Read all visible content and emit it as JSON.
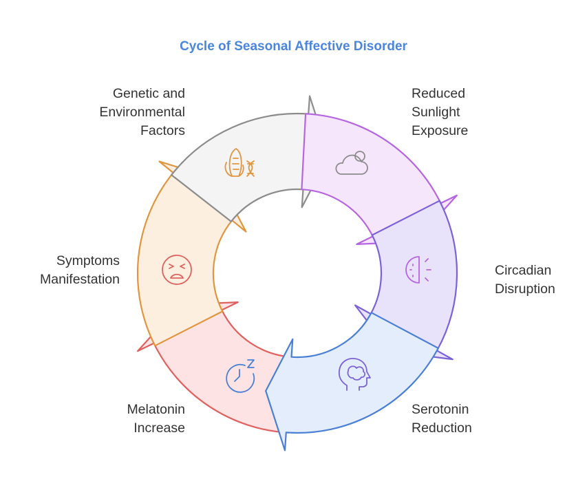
{
  "title": "Cycle of Seasonal Affective Disorder",
  "stages": [
    {
      "id": "sunlight",
      "lines": [
        "Reduced",
        "Sunlight",
        "Exposure"
      ],
      "icon": "cloud-sun-icon",
      "fill": "#f4f4f4",
      "stroke": "#8c8c8c"
    },
    {
      "id": "circadian",
      "lines": [
        "Circadian",
        "Disruption"
      ],
      "icon": "half-sun-icon",
      "fill": "#f5e6fb",
      "stroke": "#b565e0"
    },
    {
      "id": "serotonin",
      "lines": [
        "Serotonin",
        "Reduction"
      ],
      "icon": "head-brain-icon",
      "fill": "#e8e3fb",
      "stroke": "#7b62d8"
    },
    {
      "id": "melatonin",
      "lines": [
        "Melatonin",
        "Increase"
      ],
      "icon": "sleep-clock-icon",
      "fill": "#e4edfb",
      "stroke": "#4a7fd6"
    },
    {
      "id": "symptoms",
      "lines": [
        "Symptoms",
        "Manifestation"
      ],
      "icon": "sad-face-icon",
      "fill": "#fde3e3",
      "stroke": "#e0605e"
    },
    {
      "id": "genetic",
      "lines": [
        "Genetic and",
        "Environmental",
        "Factors"
      ],
      "icon": "corn-dna-icon",
      "fill": "#fcefdf",
      "stroke": "#e0953e"
    }
  ]
}
